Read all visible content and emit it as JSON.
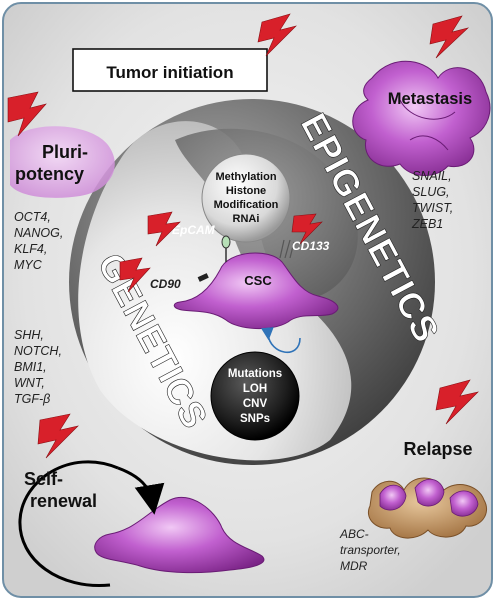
{
  "labels": {
    "tumor_initiation": "Tumor initiation",
    "metastasis": "Metastasis",
    "pluripotency_line1": "Pluri-",
    "pluripotency_line2": "potency",
    "epigenetics": "EPIGENETICS",
    "genetics": "GENETICS",
    "relapse": "Relapse",
    "self_renewal_line1": "Self-",
    "self_renewal_line2": "renewal",
    "csc": "CSC",
    "epcam": "EpCAM",
    "cd133": "CD133",
    "cd90": "CD90"
  },
  "epigenetic_marks": [
    "Methylation",
    "Histone",
    "Modification",
    "RNAi"
  ],
  "genetic_marks": [
    "Mutations",
    "LOH",
    "CNV",
    "SNPs"
  ],
  "pluripotency_genes": [
    "OCT4,",
    "NANOG,",
    "KLF4,",
    "MYC"
  ],
  "self_renewal_genes": [
    "SHH,",
    "NOTCH,",
    "BMI1,",
    "WNT,",
    "TGF-β"
  ],
  "metastasis_genes": [
    "SNAIL,",
    "SLUG,",
    "TWIST,",
    "ZEB1"
  ],
  "relapse_genes": [
    "ABC-",
    "transporter,",
    "MDR"
  ],
  "colors": {
    "border": "#6f8fa6",
    "background_outer": "#ececec",
    "cell_purple": "#a23db0",
    "cell_light": "#e8b8ee",
    "lightning": "#d8202a",
    "relapse_tan": "#b88a55",
    "arrow_blue": "#2f73b8"
  }
}
